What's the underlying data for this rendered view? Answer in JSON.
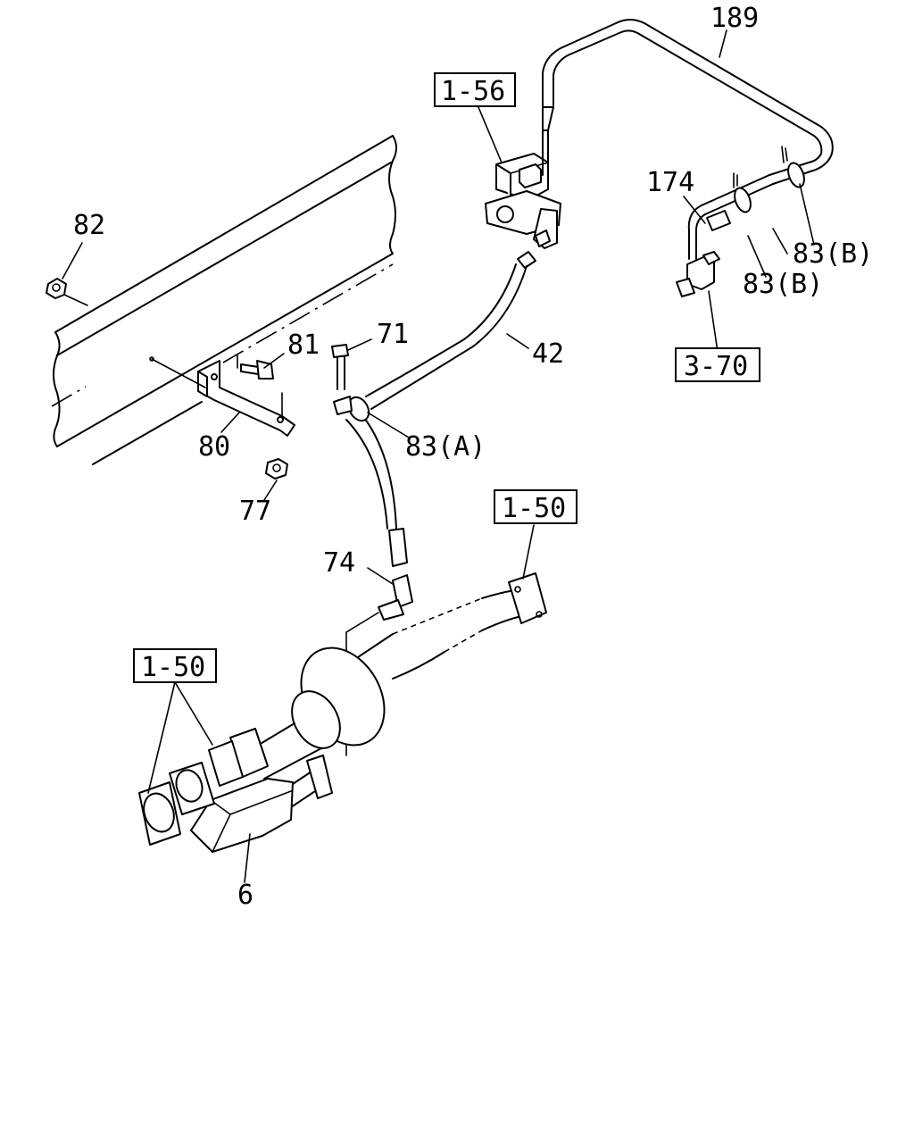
{
  "callouts": {
    "c189": "189",
    "c174": "174",
    "c83b_upper": "83(B)",
    "c83b_lower": "83(B)",
    "c82": "82",
    "c81": "81",
    "c71": "71",
    "c42": "42",
    "c80": "80",
    "c83a": "83(A)",
    "c77": "77",
    "c74": "74",
    "c6": "6"
  },
  "references": {
    "r1_56": "1-56",
    "r3_70": "3-70",
    "r1_50_right": "1-50",
    "r1_50_left": "1-50"
  }
}
